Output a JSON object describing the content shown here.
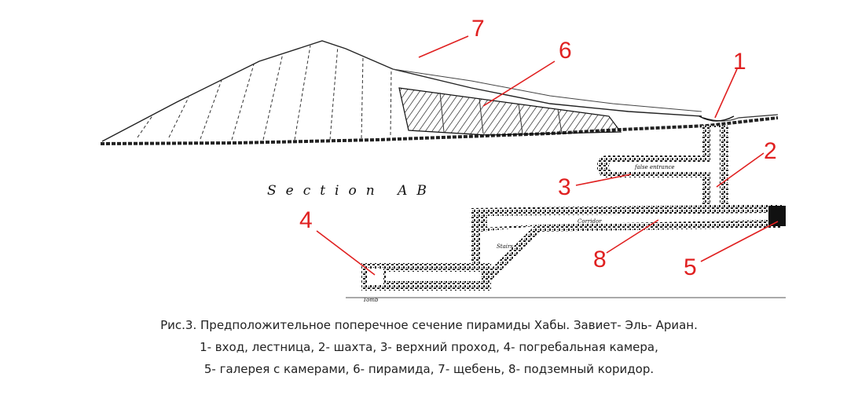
{
  "diagram": {
    "section_label": "Section AB",
    "inscriptions": {
      "false_entrance": "false entrance",
      "corridor": "Corridor",
      "stairs": "Stairs",
      "tomb": "Tomb"
    },
    "markers": [
      "1",
      "2",
      "3",
      "4",
      "5",
      "6",
      "7",
      "8"
    ]
  },
  "caption": {
    "line1": "Рис.3. Предположительное поперечное сечение пирамиды Хабы. Завиет- Эль- Ариан.",
    "line2": "1- вход, лестница, 2- шахта, 3- верхний проход, 4- погребальная камера,",
    "line3": "5- галерея с камерами, 6- пирамида, 7- щебень, 8- подземный коридор."
  },
  "colors": {
    "marker": "#e02020",
    "ink": "#111111",
    "caption_text": "#222222"
  }
}
